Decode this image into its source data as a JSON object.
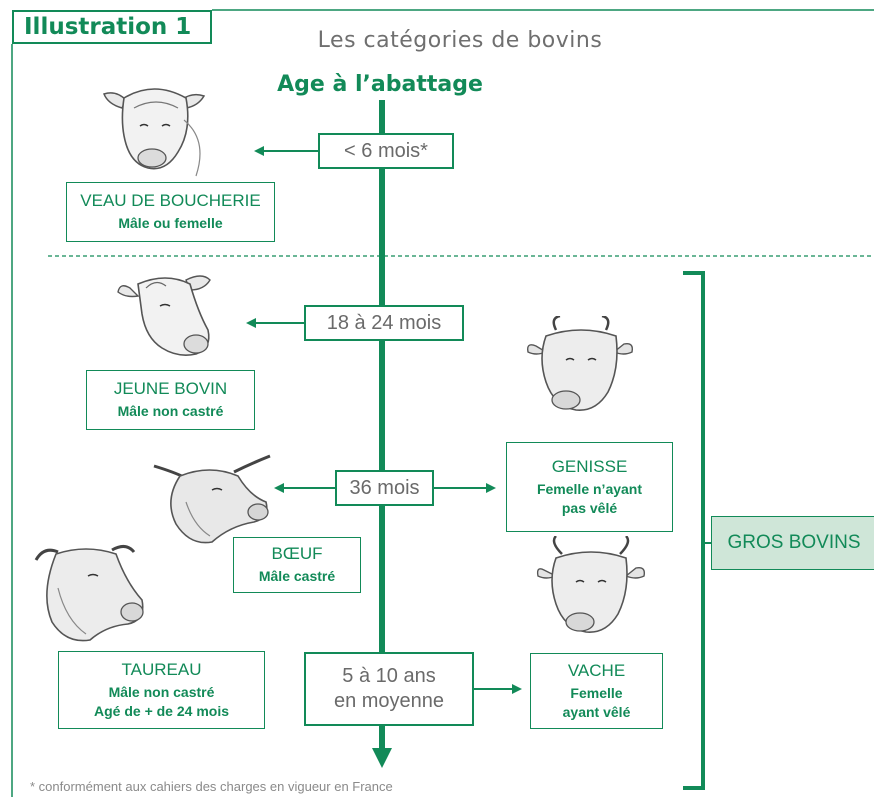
{
  "tag": "Illustration 1",
  "subtitle": "Les catégories de bovins",
  "axis_title": "Age à l’abattage",
  "ages": {
    "a1": "< 6 mois*",
    "a2": "18 à 24 mois",
    "a3": "36 mois",
    "a4_line1": "5 à 10 ans",
    "a4_line2": "en moyenne"
  },
  "categories": {
    "veau": {
      "name": "VEAU DE BOUCHERIE",
      "desc": "Mâle ou femelle"
    },
    "jeune": {
      "name": "JEUNE BOVIN",
      "desc": "Mâle non castré"
    },
    "boeuf": {
      "name": "BŒUF",
      "desc": "Mâle castré"
    },
    "taureau": {
      "name": "TAUREAU",
      "desc1": "Mâle non castré",
      "desc2": "Agé de + de 24 mois"
    },
    "genisse": {
      "name": "GENISSE",
      "desc1": "Femelle n’ayant",
      "desc2": "pas vêlé"
    },
    "vache": {
      "name": "VACHE",
      "desc1": "Femelle",
      "desc2": "ayant vêlé"
    }
  },
  "gros_bovins": "GROS BOVINS",
  "footnote": "* conformément aux cahiers des charges en vigueur en France",
  "colors": {
    "accent": "#128a58",
    "text_gray": "#6a6a6a",
    "gros_fill": "#cfe6d8"
  },
  "icons": [
    "cow-head-icon"
  ]
}
